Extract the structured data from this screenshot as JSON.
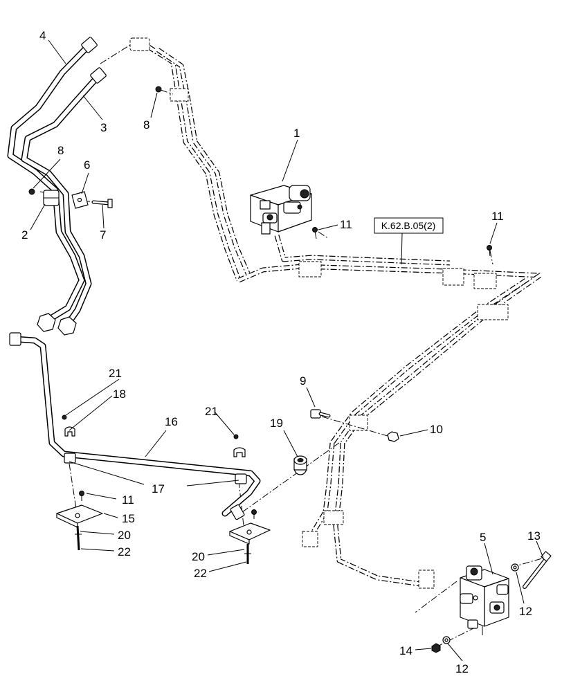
{
  "callouts": {
    "c1": "1",
    "c2": "2",
    "c3": "3",
    "c4": "4",
    "c5": "5",
    "c6": "6",
    "c7": "7",
    "c8a": "8",
    "c8b": "8",
    "c9": "9",
    "c10": "10",
    "c11a": "11",
    "c11b": "11",
    "c11c": "11",
    "c12a": "12",
    "c12b": "12",
    "c13": "13",
    "c14": "14",
    "c15": "15",
    "c16": "16",
    "c17": "17",
    "c18": "18",
    "c19": "19",
    "c20a": "20",
    "c20b": "20",
    "c21a": "21",
    "c21b": "21",
    "c22a": "22",
    "c22b": "22"
  },
  "reference": {
    "label": "K.62.B.05(2)"
  }
}
